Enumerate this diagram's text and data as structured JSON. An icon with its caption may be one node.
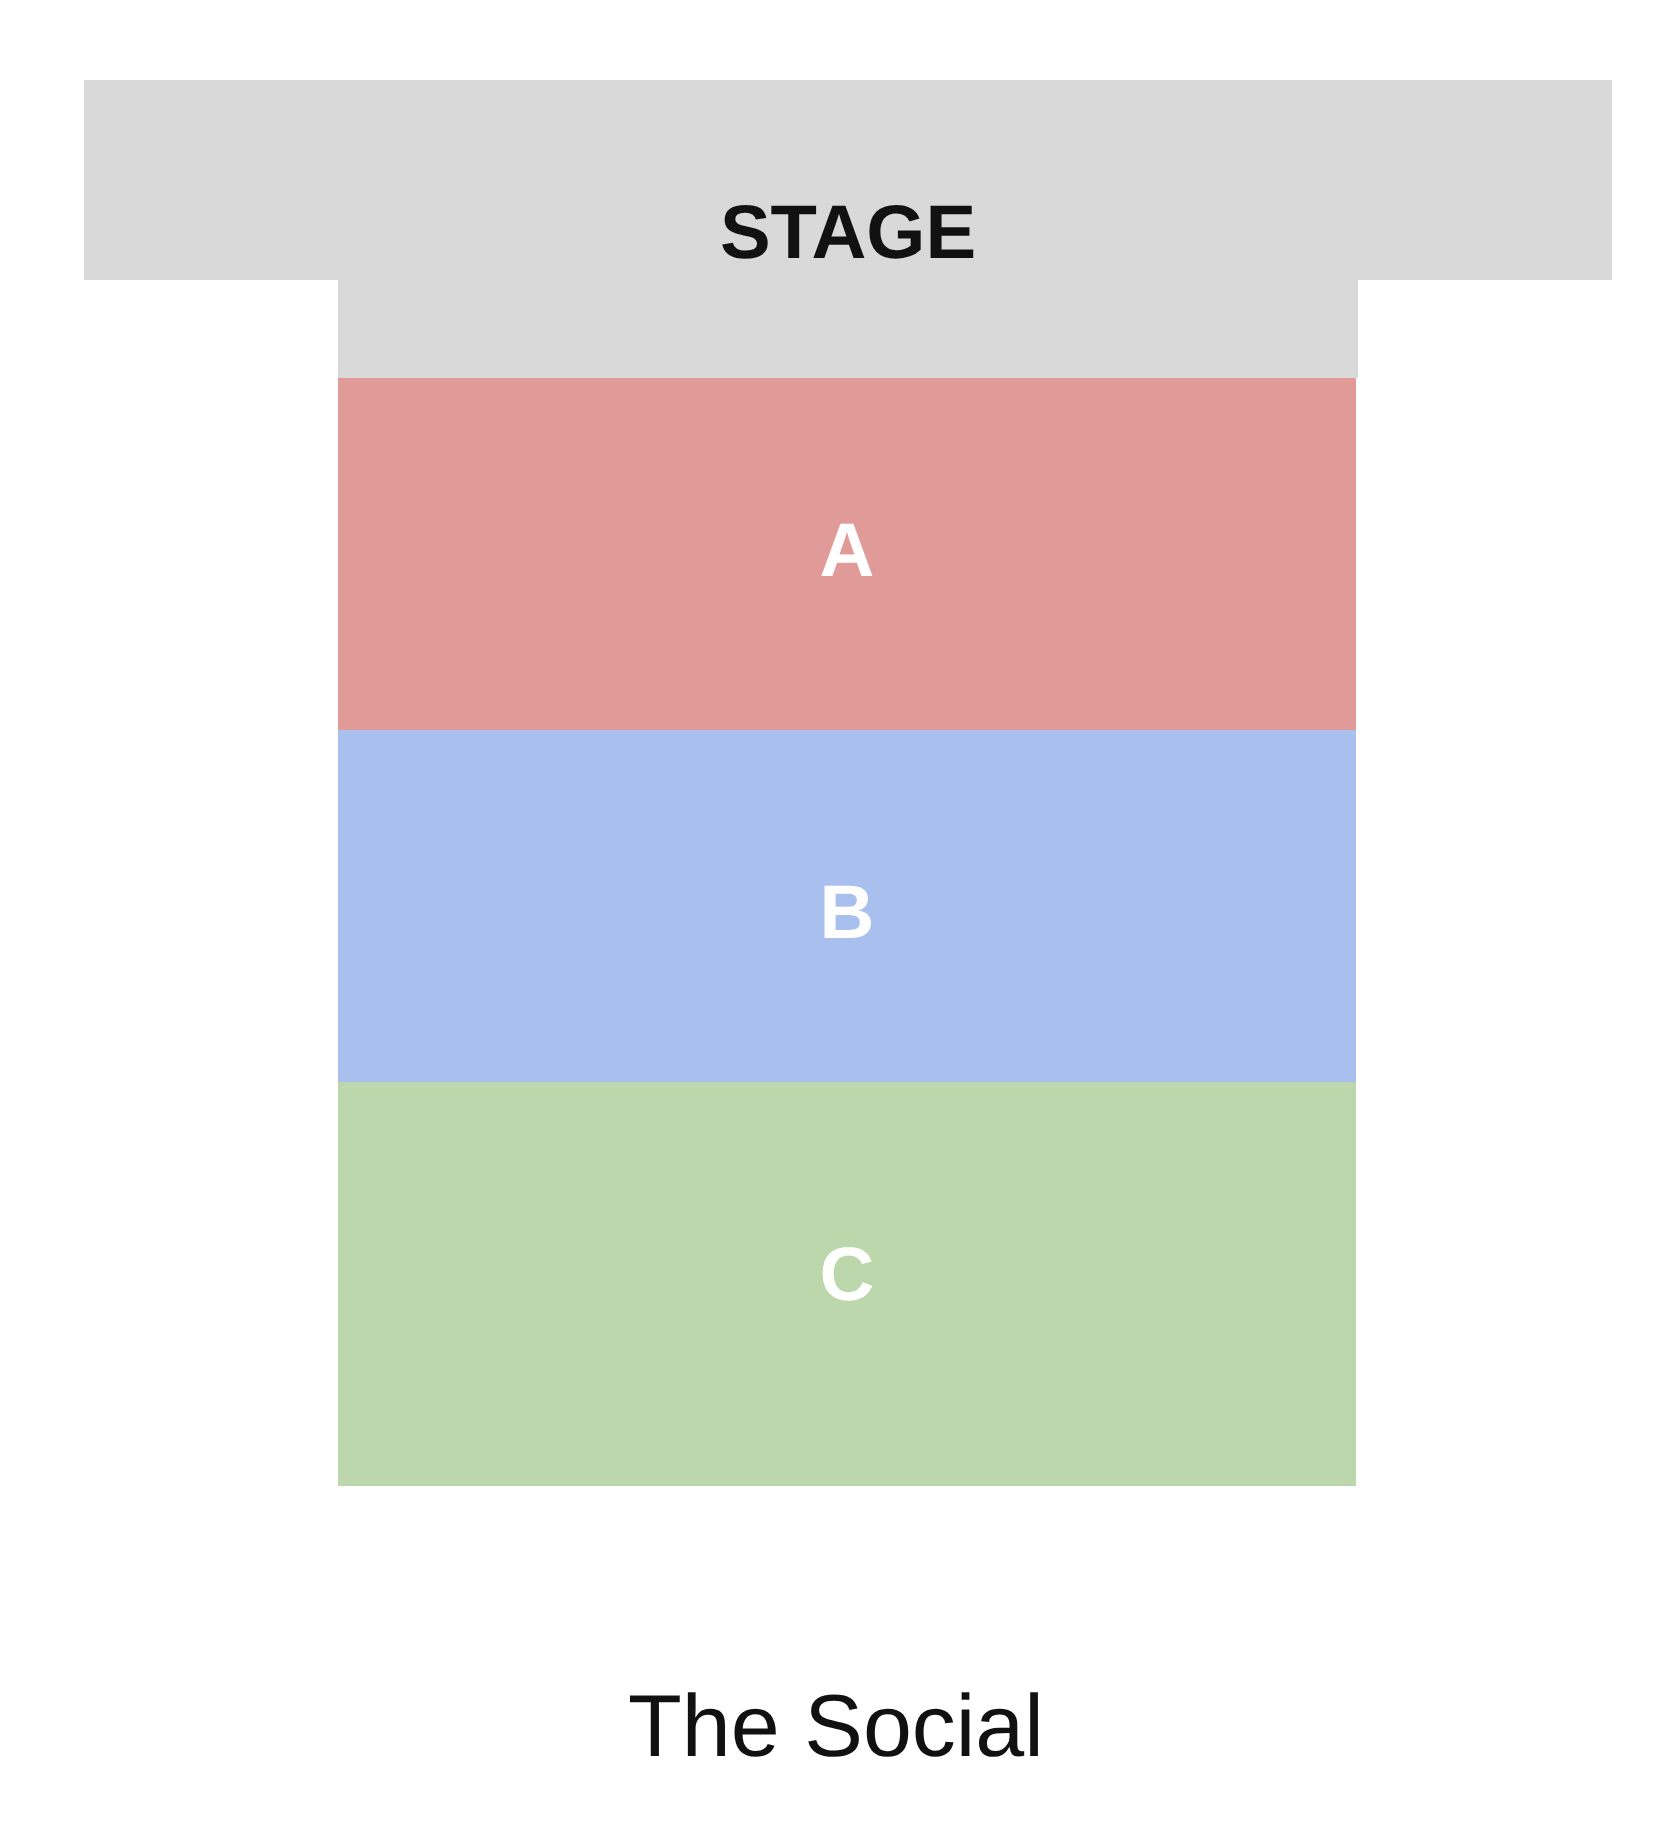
{
  "diagram": {
    "caption": "The Social",
    "nodes": [
      {
        "text": [
          "STAGE"
        ]
      },
      {
        "text": [
          "A"
        ]
      },
      {
        "text": [
          "B"
        ]
      },
      {
        "text": [
          "C"
        ]
      }
    ]
  }
}
